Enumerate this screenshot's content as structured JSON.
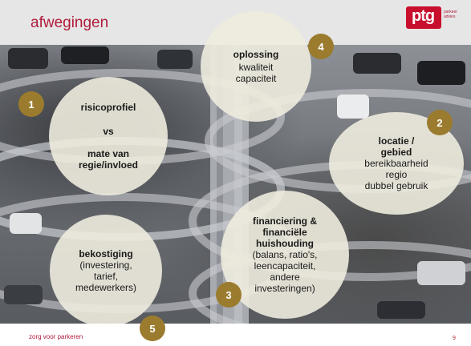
{
  "header": {
    "title": "afwegingen"
  },
  "logo": {
    "text": "ptg",
    "sub_line1": "parkeer",
    "sub_line2": "advies"
  },
  "footer": {
    "text": "zorg voor parkeren",
    "page_number": "9"
  },
  "bubbles": {
    "b1": {
      "number": "1",
      "line1": "risicoprofiel",
      "line2": "vs",
      "line3": "mate van",
      "line4": "regie/invloed"
    },
    "b2": {
      "number": "2",
      "line1": "locatie /",
      "line2": "gebied",
      "line3": "bereikbaarheid",
      "line4": "regio",
      "line5": "dubbel gebruik"
    },
    "b3": {
      "number": "3",
      "line1": "financiering &",
      "line2": "financiële",
      "line3": "huishouding",
      "line4": "(balans, ratio's,",
      "line5": "leencapaciteit,",
      "line6": "andere",
      "line7": "investeringen)"
    },
    "b4": {
      "number": "4",
      "line1": "oplossing",
      "line2": "kwaliteit",
      "line3": "capaciteit"
    },
    "b5": {
      "number": "5",
      "line1": "bekostiging",
      "line2": "(investering,",
      "line3": "tarief,",
      "line4": "medewerkers)"
    }
  },
  "colors": {
    "accent": "#b01c3a",
    "logo_bg": "#c8102e",
    "marker": "#9b7b2e",
    "header_bg": "#e6e6e6"
  }
}
